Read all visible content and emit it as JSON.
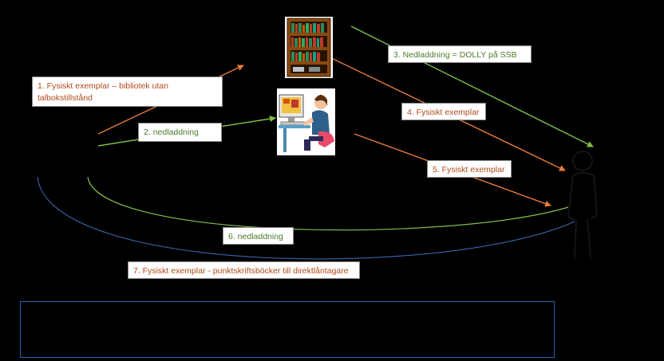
{
  "labels": {
    "l1_line1": "1. Fysiskt exemplar – bibliotek utan",
    "l1_line2": "talbokstillstånd",
    "l2": "2. nedladdning",
    "l3": "3. Nedladdning = DOLLY på SSB",
    "l4": "4. Fysiskt exemplar",
    "l5": "5. Fysiskt exemplar",
    "l6": "6. nedladdning",
    "l7": "7. Fysiskt exemplar  - punktskriftsböcker  till direktlåntagare"
  },
  "colors": {
    "orange": "#e97a3c",
    "green": "#7fbf4d",
    "blue": "#3b67b0",
    "orange_text": "#b04a1b",
    "green_text": "#4e7a2a"
  },
  "icons": {
    "library": "bookshelf-icon",
    "reader": "person-at-computer-icon",
    "user": "person-silhouette-icon"
  }
}
